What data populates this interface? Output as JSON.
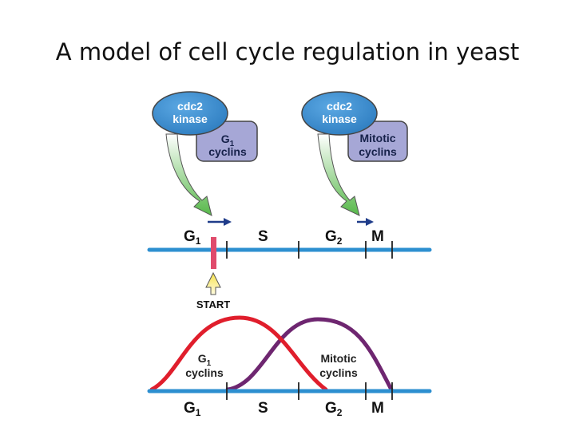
{
  "title": "A model of cell cycle regulation in yeast",
  "colors": {
    "kinase": "#2f7ec1",
    "cyclin_box": "#a6a7d6",
    "timeline": "#2d8fd0",
    "start_mark": "#e04b6c",
    "g1_curve": "#e01e2c",
    "mitotic_curve": "#6e2670",
    "green_arrow": "#56b849",
    "start_arrow": "#f6e24c",
    "phase_arrow": "#1f3c8a"
  },
  "complex_left": {
    "kinase_line1": "cdc2",
    "kinase_line2": "kinase",
    "cyclin_line1": "G",
    "cyclin_sub": "1",
    "cyclin_line2": "cyclins"
  },
  "complex_right": {
    "kinase_line1": "cdc2",
    "kinase_line2": "kinase",
    "cyclin_line1": "Mitotic",
    "cyclin_line2": "cyclins"
  },
  "top_timeline": {
    "phases": [
      {
        "main": "G",
        "sub": "1"
      },
      {
        "main": "S",
        "sub": ""
      },
      {
        "main": "G",
        "sub": "2"
      },
      {
        "main": "M",
        "sub": ""
      }
    ]
  },
  "start_label": "START",
  "bottom_timeline": {
    "phases": [
      {
        "main": "G",
        "sub": "1"
      },
      {
        "main": "S",
        "sub": ""
      },
      {
        "main": "G",
        "sub": "2"
      },
      {
        "main": "M",
        "sub": ""
      }
    ]
  },
  "curves": {
    "g1": {
      "line1": "G",
      "sub": "1",
      "line2": "cyclins"
    },
    "mitotic": {
      "line1": "Mitotic",
      "line2": "cyclins"
    }
  }
}
